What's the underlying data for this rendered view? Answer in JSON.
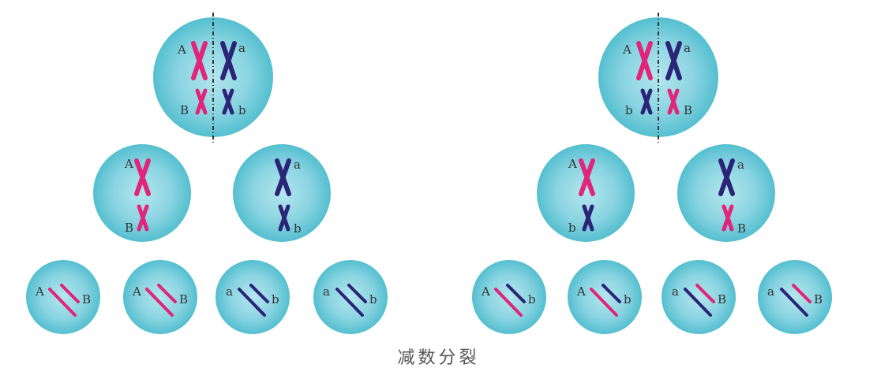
{
  "caption": "减数分裂",
  "colors": {
    "maternal": "#e0257a",
    "paternal": "#2b2477",
    "cell_inner": "#b4e6ee",
    "cell_outer": "#54bfd0",
    "plate": "#333333"
  },
  "diagrams": [
    {
      "id": "left",
      "parent": {
        "labels": [
          "A",
          "a",
          "B",
          "b"
        ]
      },
      "daughters": [
        {
          "labels": [
            "A",
            "B"
          ]
        },
        {
          "labels": [
            "a",
            "b"
          ]
        }
      ],
      "gametes": [
        {
          "labels": [
            "A",
            "B"
          ]
        },
        {
          "labels": [
            "A",
            "B"
          ]
        },
        {
          "labels": [
            "a",
            "b"
          ]
        },
        {
          "labels": [
            "a",
            "b"
          ]
        }
      ]
    },
    {
      "id": "right",
      "parent": {
        "labels": [
          "A",
          "a",
          "b",
          "B"
        ]
      },
      "daughters": [
        {
          "labels": [
            "A",
            "b"
          ]
        },
        {
          "labels": [
            "a",
            "B"
          ]
        }
      ],
      "gametes": [
        {
          "labels": [
            "A",
            "b"
          ]
        },
        {
          "labels": [
            "A",
            "b"
          ]
        },
        {
          "labels": [
            "a",
            "B"
          ]
        },
        {
          "labels": [
            "a",
            "B"
          ]
        }
      ]
    }
  ]
}
